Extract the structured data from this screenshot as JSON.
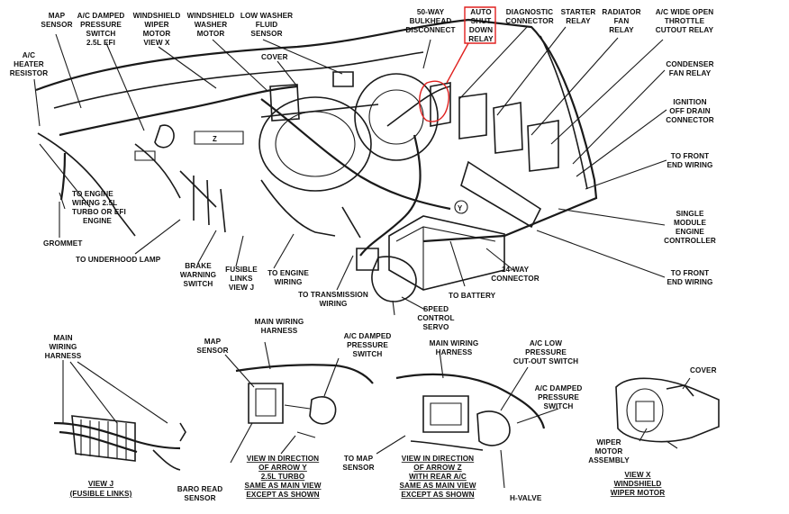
{
  "labels": {
    "map_sensor": [
      "MAP",
      "SENSOR"
    ],
    "ac_damped_top": [
      "A/C DAMPED",
      "PRESSURE",
      "SWITCH",
      "2.5L EFI"
    ],
    "windshield_wiper_motor": [
      "WINDSHIELD",
      "WIPER",
      "MOTOR",
      "VIEW X"
    ],
    "windshield_washer_motor": [
      "WINDSHIELD",
      "WASHER",
      "MOTOR"
    ],
    "low_washer_fluid": [
      "LOW WASHER",
      "FLUID",
      "SENSOR"
    ],
    "cover_top": "COVER",
    "bulkhead": [
      "50-WAY",
      "BULKHEAD",
      "DISCONNECT"
    ],
    "asd_relay": [
      "AUTO",
      "SHUT",
      "DOWN",
      "RELAY"
    ],
    "diagnostic": [
      "DIAGNOSTIC",
      "CONNECTOR"
    ],
    "starter": [
      "STARTER",
      "RELAY"
    ],
    "radiator": [
      "RADIATOR",
      "FAN",
      "RELAY"
    ],
    "ac_wot": [
      "A/C WIDE OPEN",
      "THROTTLE",
      "CUTOUT RELAY"
    ],
    "ac_heater": [
      "A/C",
      "HEATER",
      "RESISTOR"
    ],
    "condenser": [
      "CONDENSER",
      "FAN RELAY"
    ],
    "ignition": [
      "IGNITION",
      "OFF DRAIN",
      "CONNECTOR"
    ],
    "front_end_1": [
      "TO FRONT",
      "END WIRING"
    ],
    "to_engine_wiring_left": [
      "TO ENGINE",
      "WIRING 2.5L",
      "TURBO OR EFI",
      "ENGINE"
    ],
    "smec": [
      "SINGLE",
      "MODULE",
      "ENGINE",
      "CONTROLLER"
    ],
    "grommet": "GROMMET",
    "underhood": "TO UNDERHOOD LAMP",
    "brake": [
      "BRAKE",
      "WARNING",
      "SWITCH"
    ],
    "fusible": [
      "FUSIBLE",
      "LINKS",
      "VIEW J"
    ],
    "to_engine_wiring": [
      "TO ENGINE",
      "WIRING"
    ],
    "to_transmission": [
      "TO TRANSMISSION",
      "WIRING"
    ],
    "way14": [
      "14-WAY",
      "CONNECTOR"
    ],
    "front_end_2": [
      "TO FRONT",
      "END WIRING"
    ],
    "to_battery": "TO BATTERY",
    "speed_servo": [
      "SPEED",
      "CONTROL",
      "SERVO"
    ],
    "main_harness_j": [
      "MAIN",
      "WIRING",
      "HARNESS"
    ],
    "main_harness_y": [
      "MAIN WIRING",
      "HARNESS"
    ],
    "map_sensor_y": [
      "MAP",
      "SENSOR"
    ],
    "ac_damped_y": [
      "A/C DAMPED",
      "PRESSURE",
      "SWITCH"
    ],
    "main_harness_z": [
      "MAIN WIRING",
      "HARNESS"
    ],
    "ac_low": [
      "A/C LOW",
      "PRESSURE",
      "CUT-OUT SWITCH"
    ],
    "ac_damped_z": [
      "A/C DAMPED",
      "PRESSURE",
      "SWITCH"
    ],
    "cover_x": "COVER",
    "view_j": [
      "VIEW J",
      "(FUSIBLE LINKS)"
    ],
    "baro": [
      "BARO READ",
      "SENSOR"
    ],
    "view_y": [
      "VIEW IN DIRECTION",
      "OF ARROW Y",
      "2.5L TURBO",
      "SAME AS MAIN VIEW",
      "EXCEPT AS SHOWN"
    ],
    "to_map_sensor": [
      "TO MAP",
      "SENSOR"
    ],
    "view_z": [
      "VIEW IN DIRECTION",
      "OF ARROW Z",
      "WITH REAR A/C",
      "SAME AS MAIN VIEW",
      "EXCEPT AS SHOWN"
    ],
    "h_valve": "H-VALVE",
    "wiper_assembly": [
      "WIPER",
      "MOTOR",
      "ASSEMBLY"
    ],
    "view_x": [
      "VIEW X",
      "WINDSHIELD",
      "WIPER MOTOR"
    ],
    "arrow_z": "Z",
    "arrow_y": "Y"
  },
  "highlight_color": "#e0201e"
}
